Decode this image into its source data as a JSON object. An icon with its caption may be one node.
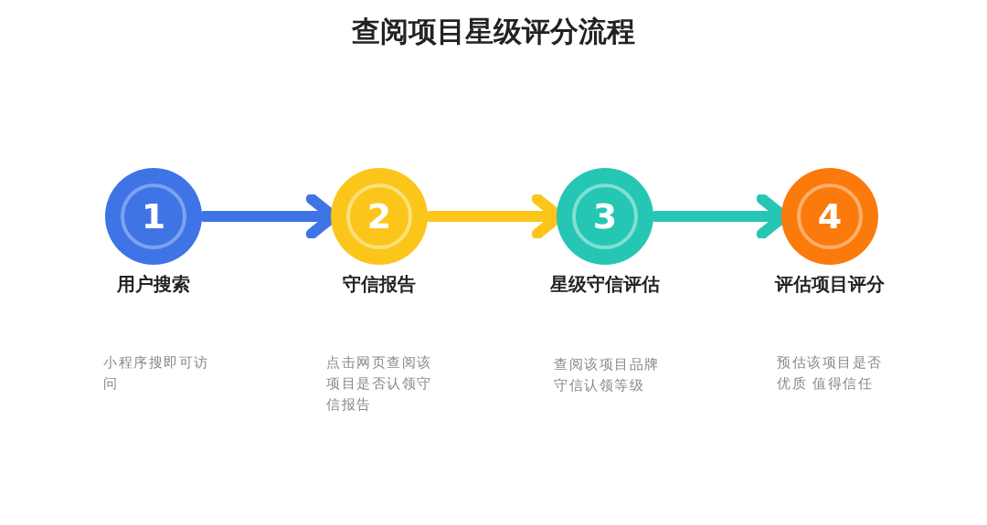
{
  "diagram": {
    "title": "查阅项目星级评分流程",
    "nodes": [
      {
        "text": [
          "1",
          "用户搜索",
          "小程序搜即可访问"
        ]
      },
      {
        "text": [
          "2",
          "守信报告",
          "点击网页查阅该项目是否认领守信报告"
        ]
      },
      {
        "text": [
          "3",
          "星级守信评估",
          "查阅该项目品牌守信认领等级"
        ]
      },
      {
        "text": [
          "4",
          "评估项目评分",
          "预估该项目是否优质 值得信任"
        ]
      }
    ],
    "edges": [
      {
        "from": 0,
        "to": 1,
        "arrow": "to",
        "color": "#3f74e6"
      },
      {
        "from": 1,
        "to": 2,
        "arrow": "to",
        "color": "#fbc51a"
      },
      {
        "from": 2,
        "to": 3,
        "arrow": "to",
        "color": "#26c6b4"
      }
    ]
  }
}
